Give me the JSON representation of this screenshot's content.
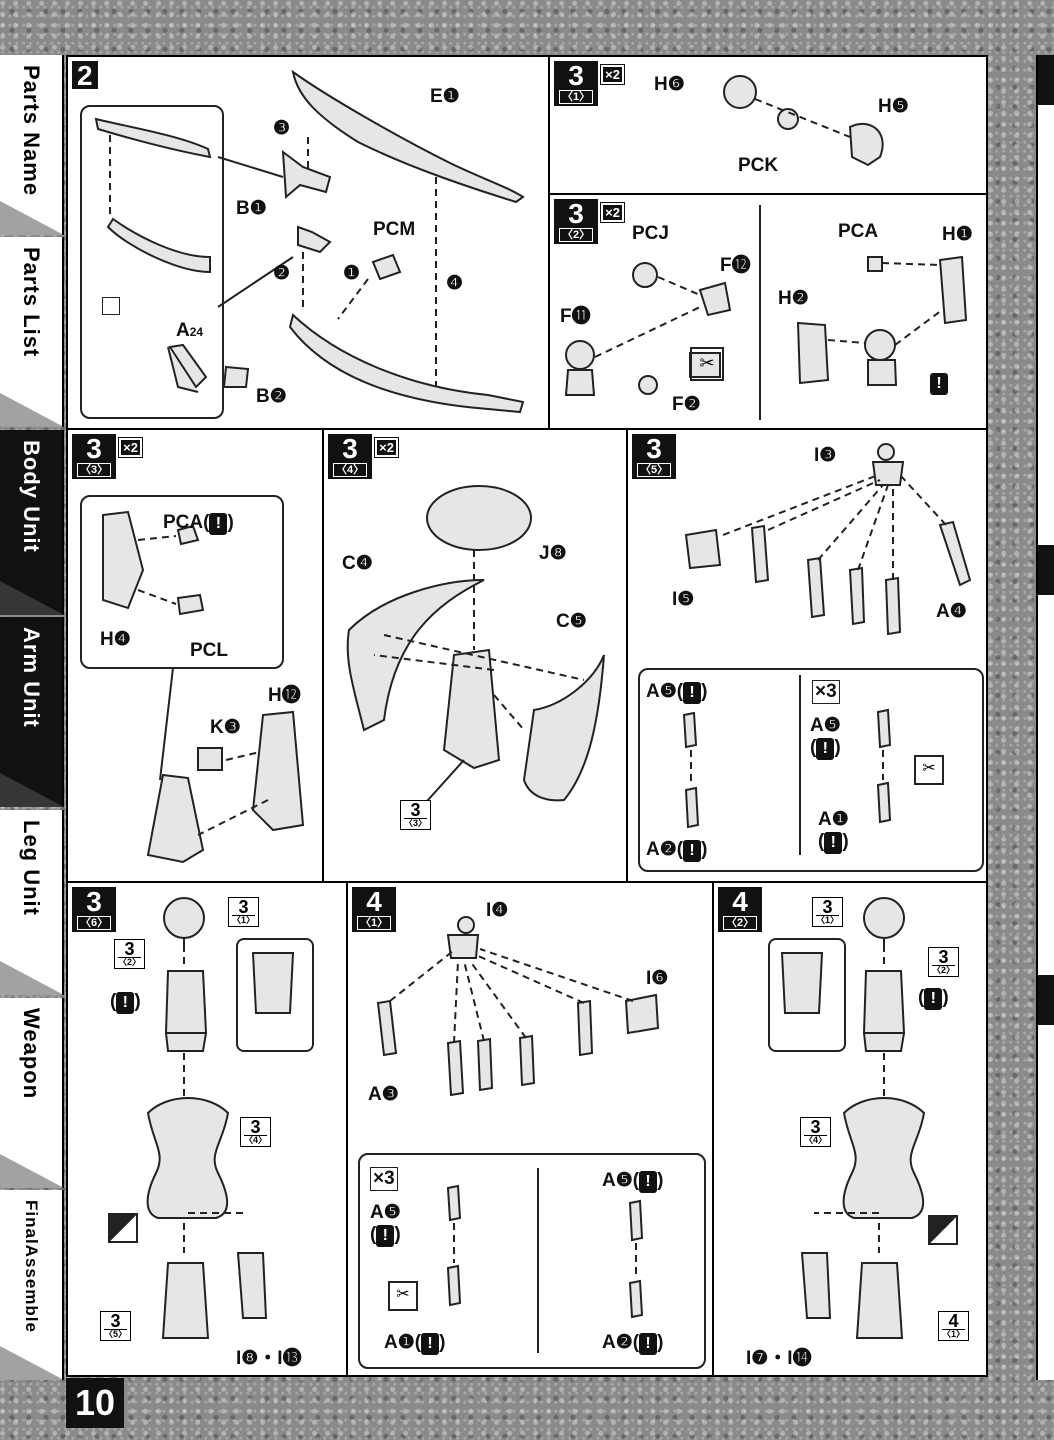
{
  "sidebar": {
    "tabs": [
      {
        "label": "Parts Name",
        "active": false
      },
      {
        "label": "Parts List",
        "active": false
      },
      {
        "label": "Body Unit",
        "active": true
      },
      {
        "label": "Arm Unit",
        "active": true
      },
      {
        "label": "Leg Unit",
        "active": false
      },
      {
        "label": "Weapon",
        "active": false
      },
      {
        "label": "FinalAssemble",
        "active": false
      }
    ]
  },
  "page_number": "10",
  "steps": {
    "s2": {
      "num": "2",
      "labels": {
        "e1": "E❶",
        "b1": "B❶",
        "pcm": "PC",
        "pcm2": "M",
        "a24": "A",
        "a24n": "24",
        "b2": "B❷"
      },
      "callouts": [
        "❸",
        "❷",
        "❶",
        "❹"
      ]
    },
    "s3_1": {
      "num": "3",
      "sub": "〈1〉",
      "mult": "×2",
      "labels": {
        "h6": "H❻",
        "h5": "H❺",
        "pck": "PC",
        "pckn": "K"
      }
    },
    "s3_2": {
      "num": "3",
      "sub": "〈2〉",
      "mult": "×2",
      "labels": {
        "pcj": "PC",
        "pcjn": "J",
        "f12": "F⓬",
        "f11": "F⓫",
        "f2": "F❷",
        "pca": "PC",
        "pcan": "A",
        "h1": "H❶",
        "h2": "H❷"
      }
    },
    "s3_3": {
      "num": "3",
      "sub": "〈3〉",
      "mult": "×2",
      "labels": {
        "pca": "PC",
        "pcan": "A",
        "h4": "H❹",
        "pcl": "PC",
        "pcln": "L",
        "h12": "H⓬",
        "k3": "K❸"
      }
    },
    "s3_4": {
      "num": "3",
      "sub": "〈4〉",
      "mult": "×2",
      "labels": {
        "j8": "J❽",
        "c4": "C❹",
        "c5": "C❺"
      },
      "ref": {
        "num": "3",
        "sub": "〈3〉"
      }
    },
    "s3_5": {
      "num": "3",
      "sub": "〈5〉",
      "labels": {
        "i3": "I❸",
        "i5": "I❺",
        "a4": "A❹",
        "a5": "A❺",
        "a5b": "A❺",
        "a2": "A❷",
        "a1": "A❶",
        "x3": "×3"
      }
    },
    "s3_6": {
      "num": "3",
      "sub": "〈6〉",
      "labels": {
        "i8i13": "I❽・I⓭"
      },
      "refs": [
        {
          "num": "3",
          "sub": "〈1〉"
        },
        {
          "num": "3",
          "sub": "〈2〉"
        },
        {
          "num": "3",
          "sub": "〈4〉"
        },
        {
          "num": "3",
          "sub": "〈5〉"
        }
      ]
    },
    "s4_1": {
      "num": "4",
      "sub": "〈1〉",
      "labels": {
        "i4": "I❹",
        "i6": "I❻",
        "a3": "A❸",
        "a5": "A❺",
        "a5b": "A❺",
        "a1": "A❶",
        "a2": "A❷",
        "x3": "×3"
      }
    },
    "s4_2": {
      "num": "4",
      "sub": "〈2〉",
      "labels": {
        "i7i14": "I❼・I⓮"
      },
      "refs": [
        {
          "num": "3",
          "sub": "〈1〉"
        },
        {
          "num": "3",
          "sub": "〈2〉"
        },
        {
          "num": "3",
          "sub": "〈4〉"
        },
        {
          "num": "4",
          "sub": "〈1〉"
        }
      ]
    }
  },
  "icons": [
    "warning-icon",
    "nipper-icon",
    "sticker-icon",
    "gate-cut-icon",
    "numbered-callout-icon"
  ]
}
